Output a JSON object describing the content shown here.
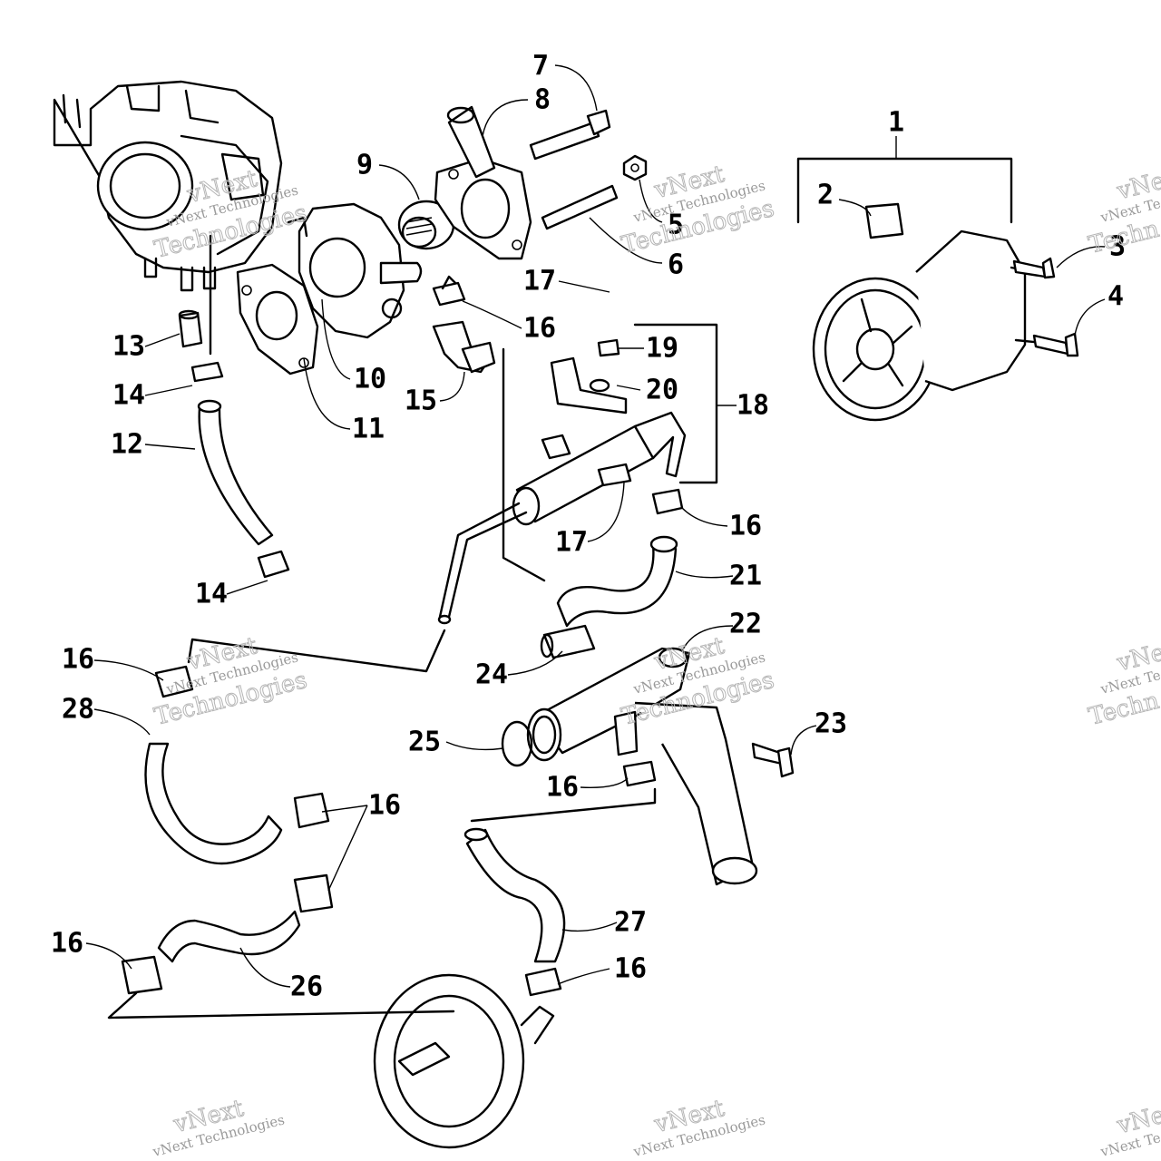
{
  "watermark": {
    "line1": "vNext",
    "line2": "vNext Technologies",
    "line3": "Technologies",
    "partial_line2": "vNext Te",
    "partial_line3": "Techn",
    "partial_line1": "vNext"
  },
  "callouts": {
    "c1": "1",
    "c2": "2",
    "c3": "3",
    "c4": "4",
    "c5": "5",
    "c6": "6",
    "c7": "7",
    "c8": "8",
    "c9": "9",
    "c10": "10",
    "c11": "11",
    "c12": "12",
    "c13": "13",
    "c14a": "14",
    "c14b": "14",
    "c15": "15",
    "c16a": "16",
    "c16b": "16",
    "c16c": "16",
    "c16d": "16",
    "c16e": "16",
    "c16f": "16",
    "c16g": "16",
    "c17a": "17",
    "c17b": "17",
    "c18": "18",
    "c19": "19",
    "c20": "20",
    "c21": "21",
    "c22": "22",
    "c23": "23",
    "c24": "24",
    "c25": "25",
    "c26": "26",
    "c27": "27",
    "c28": "28"
  }
}
